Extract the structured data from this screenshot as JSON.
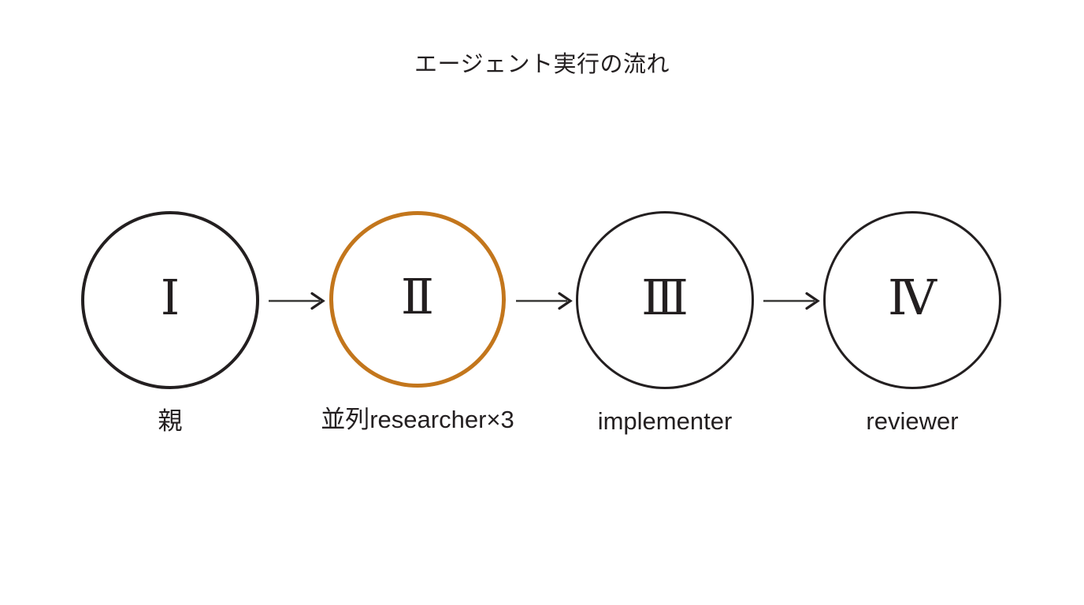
{
  "slide": {
    "title": "エージェント実行の流れ",
    "background_color": "#ffffff",
    "text_color": "#231f20",
    "accent_color": "#c3761c"
  },
  "diagram": {
    "type": "linear-flow",
    "orientation": "horizontal",
    "step_count": 4,
    "connector_count": 3,
    "connector_glyph": "arrow-right",
    "steps": [
      {
        "numeral": "Ⅰ",
        "label": "親",
        "stroke_color": "#231f20",
        "highlighted": "false"
      },
      {
        "numeral": "Ⅱ",
        "label": "並列researcher×3",
        "stroke_color": "#c3761c",
        "highlighted": "true"
      },
      {
        "numeral": "Ⅲ",
        "label": "implementer",
        "stroke_color": "#231f20",
        "highlighted": "false"
      },
      {
        "numeral": "Ⅳ",
        "label": "reviewer",
        "stroke_color": "#231f20",
        "highlighted": "false"
      }
    ]
  }
}
